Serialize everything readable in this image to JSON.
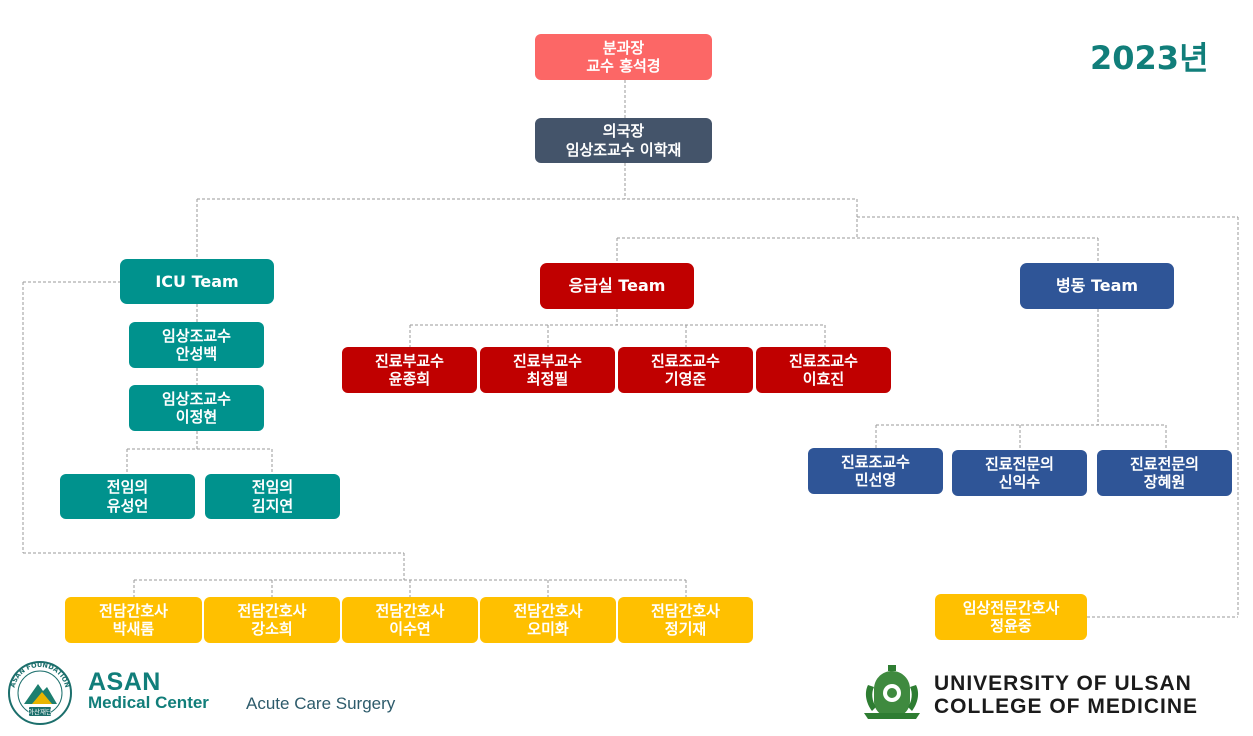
{
  "year_label": "2023년",
  "chief": {
    "line1": "분과장",
    "line2": "교수 홍석경"
  },
  "medical_director": {
    "line1": "의국장",
    "line2": "임상조교수 이학재"
  },
  "icu": {
    "team": "ICU Team",
    "members": [
      {
        "line1": "임상조교수",
        "line2": "안성백"
      },
      {
        "line1": "임상조교수",
        "line2": "이정현"
      }
    ],
    "fellows": [
      {
        "line1": "전임의",
        "line2": "유성언"
      },
      {
        "line1": "전임의",
        "line2": "김지연"
      }
    ],
    "nurses": [
      {
        "line1": "전담간호사",
        "line2": "박새롬"
      },
      {
        "line1": "전담간호사",
        "line2": "강소희"
      },
      {
        "line1": "전담간호사",
        "line2": "이수연"
      },
      {
        "line1": "전담간호사",
        "line2": "오미화"
      },
      {
        "line1": "전담간호사",
        "line2": "정기재"
      }
    ]
  },
  "er": {
    "team": "응급실 Team",
    "members": [
      {
        "line1": "진료부교수",
        "line2": "윤종희"
      },
      {
        "line1": "진료부교수",
        "line2": "최정필"
      },
      {
        "line1": "진료조교수",
        "line2": "기영준"
      },
      {
        "line1": "진료조교수",
        "line2": "이효진"
      }
    ]
  },
  "ward": {
    "team": "병동 Team",
    "members": [
      {
        "line1": "진료조교수",
        "line2": "민선영"
      },
      {
        "line1": "진료전문의",
        "line2": "신익수"
      },
      {
        "line1": "진료전문의",
        "line2": "장혜원"
      }
    ],
    "np": {
      "line1": "임상전문간호사",
      "line2": "정윤중"
    }
  },
  "footer": {
    "asan_title": "ASAN",
    "asan_sub": "Medical Center",
    "asan_dept": "Acute Care Surgery",
    "asan_foundation": "ASAN FOUNDATION",
    "asan_foundation_kr": "아산재단",
    "uou_line1": "UNIVERSITY OF ULSAN",
    "uou_line2": "COLLEGE OF MEDICINE"
  },
  "colors": {
    "chief": "#fc6766",
    "director": "#44546a",
    "icu": "#00928d",
    "er": "#c00000",
    "ward": "#2f5597",
    "nurse": "#ffc000",
    "year": "#117e7a",
    "connector": "#9a9a9a"
  }
}
